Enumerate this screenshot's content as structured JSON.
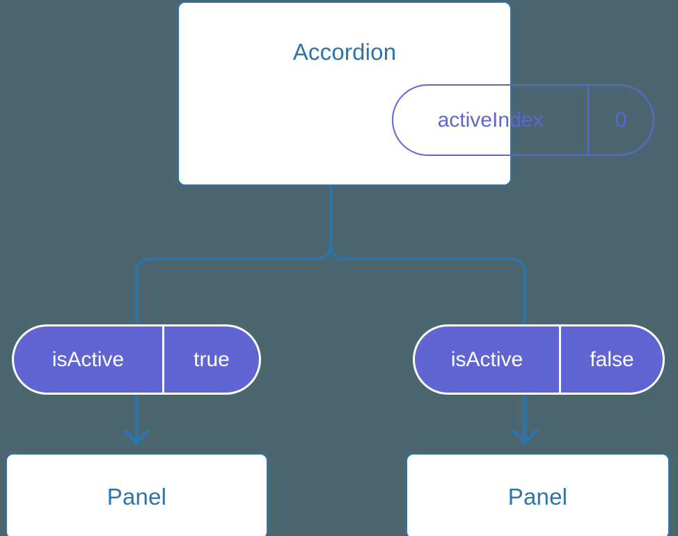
{
  "diagram": {
    "title_text": "Accordion",
    "background_color": "#4b666f",
    "accent_blue": "#2c74a9",
    "accent_purple": "#6165d4",
    "card_fill": "#ffffff"
  },
  "root": {
    "label": "Accordion",
    "prop": {
      "key": "activeIndex",
      "value": "0"
    }
  },
  "branches": [
    {
      "side": "left",
      "prop": {
        "key": "isActive",
        "value": "true"
      },
      "child": {
        "label": "Panel"
      }
    },
    {
      "side": "right",
      "prop": {
        "key": "isActive",
        "value": "false"
      },
      "child": {
        "label": "Panel"
      }
    }
  ]
}
